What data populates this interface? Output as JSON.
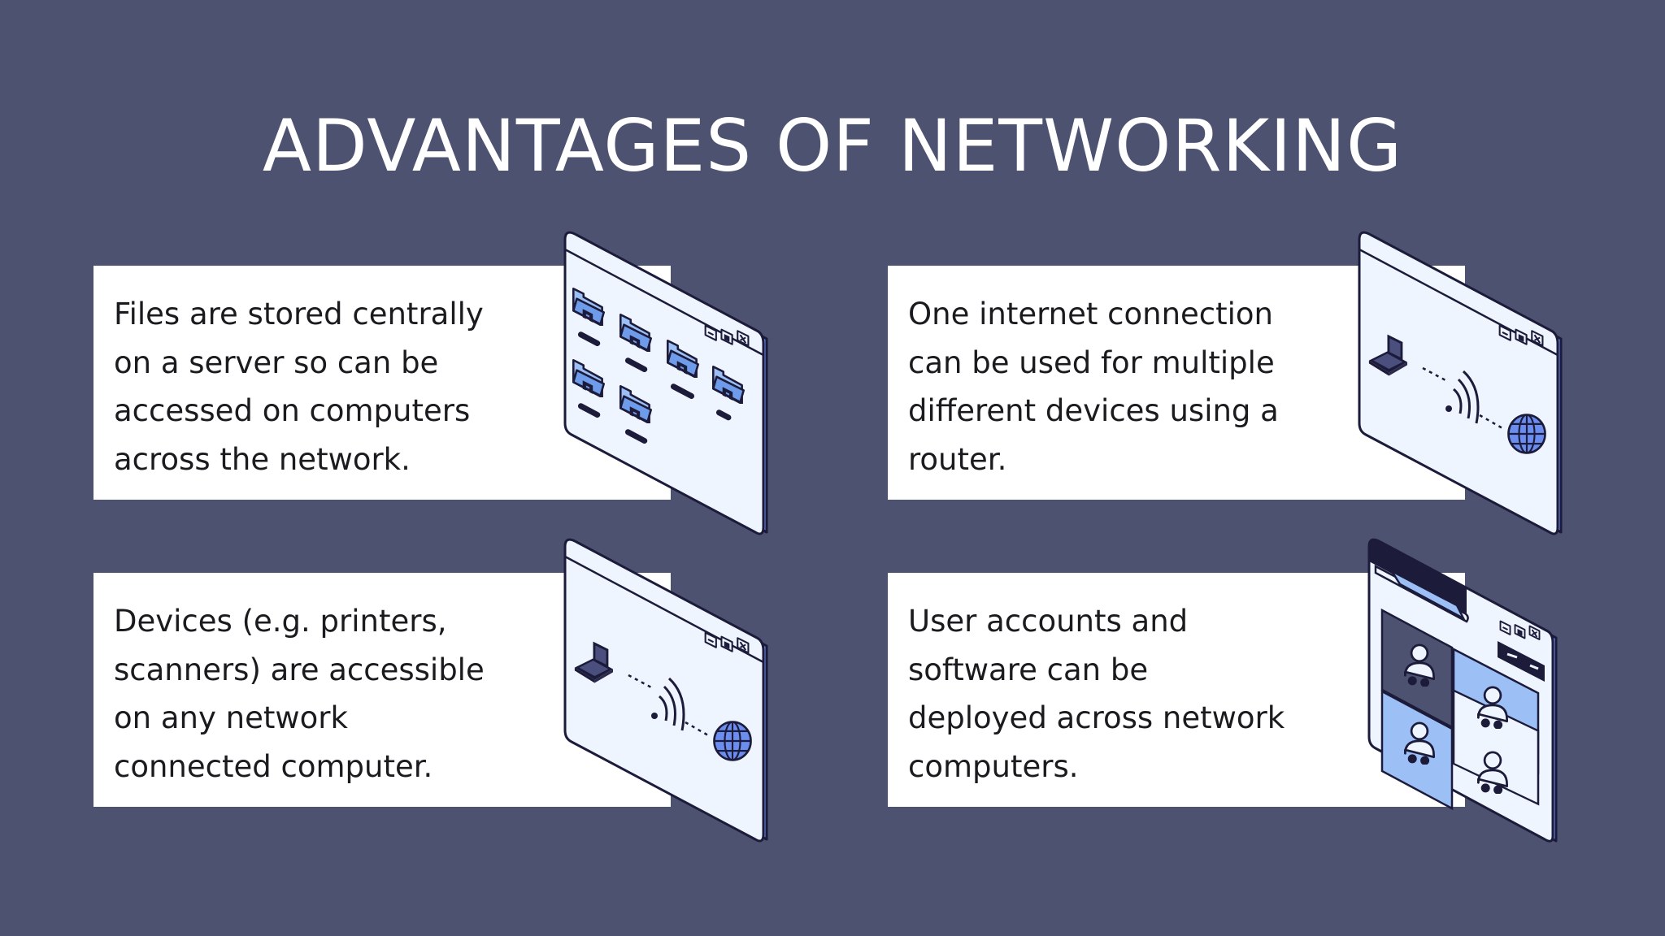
{
  "title": "ADVANTAGES OF NETWORKING",
  "cards": [
    {
      "text": "Files are stored centrally on a server so can be accessed on computers across the network.",
      "illustration": "folders-window-icon"
    },
    {
      "text": "One internet connection can be used for multiple different devices using a router.",
      "illustration": "laptop-wifi-globe-window-icon"
    },
    {
      "text": "Devices (e.g. printers, scanners) are accessible on any network connected computer.",
      "illustration": "laptop-wifi-globe-window-icon"
    },
    {
      "text": "User accounts and software can be deployed across network computers.",
      "illustration": "video-call-users-window-icon"
    }
  ],
  "colors": {
    "background": "#4d5270",
    "card": "#ffffff",
    "window_face": "#eef5ff",
    "window_edge": "#6b8df0",
    "accent_light": "#9cc0f6",
    "outline": "#1c1b3a"
  }
}
